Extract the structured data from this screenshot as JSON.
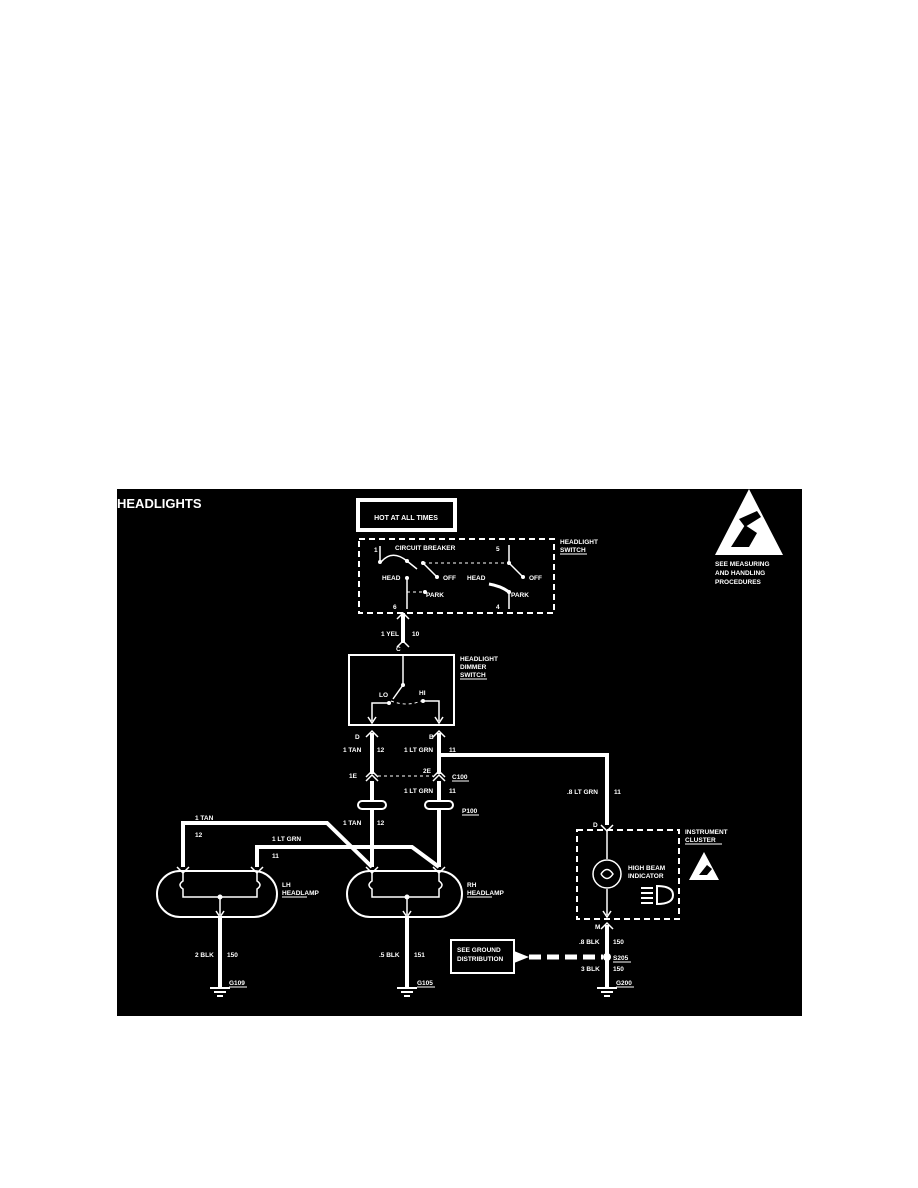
{
  "title": "HEADLIGHTS",
  "hot_box": "HOT AT ALL TIMES",
  "esd_note": [
    "SEE MEASURING",
    "AND HANDLING",
    "PROCEDURES"
  ],
  "headlight_switch": {
    "label": [
      "HEADLIGHT",
      "SWITCH"
    ],
    "circuit_breaker": "CIRCUIT BREAKER",
    "pin_1": "1",
    "pin_5": "5",
    "pin_6": "6",
    "pin_4": "4",
    "head_1": "HEAD",
    "off_1": "OFF",
    "park_1": "PARK",
    "head_2": "HEAD",
    "off_2": "OFF",
    "park_2": "PARK"
  },
  "wire_yel": {
    "gauge": "1 YEL",
    "circuit": "10"
  },
  "dimmer_switch": {
    "label": [
      "HEADLIGHT",
      "DIMMER",
      "SWITCH"
    ],
    "pin_c": "C",
    "pin_d": "D",
    "pin_b": "B",
    "lo": "LO",
    "hi": "HI"
  },
  "wire_tan_top": {
    "gauge": "1 TAN",
    "circuit": "12"
  },
  "wire_ltgrn_top": {
    "gauge": "1 LT GRN",
    "circuit": "11"
  },
  "connector_c100": {
    "pin_1e": "1E",
    "pin_2e": "2E",
    "name": "C100"
  },
  "wire_ltgrn_mid": {
    "gauge": "1 LT GRN",
    "circuit": "11"
  },
  "connector_p100": "P100",
  "wire_tan_mid": {
    "gauge": "1 TAN",
    "circuit": "12"
  },
  "wire_tan_lh": {
    "gauge": "1 TAN",
    "circuit": "12"
  },
  "wire_ltgrn_lh": {
    "gauge": "1 LT GRN",
    "circuit": "11"
  },
  "lh_headlamp": [
    "LH",
    "HEADLAMP"
  ],
  "rh_headlamp": [
    "RH",
    "HEADLAMP"
  ],
  "wire_lh_ground": {
    "gauge": "2 BLK",
    "circuit": "150"
  },
  "wire_rh_ground": {
    "gauge": ".5 BLK",
    "circuit": "151"
  },
  "ground_lh": "G109",
  "ground_rh": "G105",
  "wire_ltgrn_cluster": {
    "gauge": ".8 LT GRN",
    "circuit": "11"
  },
  "instrument_cluster": {
    "label": [
      "INSTRUMENT",
      "CLUSTER"
    ],
    "pin_d": "D",
    "pin_m": "M",
    "indicator": [
      "HIGH BEAM",
      "INDICATOR"
    ]
  },
  "wire_cluster_blk": {
    "gauge": ".8 BLK",
    "circuit": "150"
  },
  "ground_note": [
    "SEE GROUND",
    "DISTRIBUTION"
  ],
  "splice": "S205",
  "wire_blk3": {
    "gauge": "3 BLK",
    "circuit": "150"
  },
  "ground_cluster": "G200"
}
